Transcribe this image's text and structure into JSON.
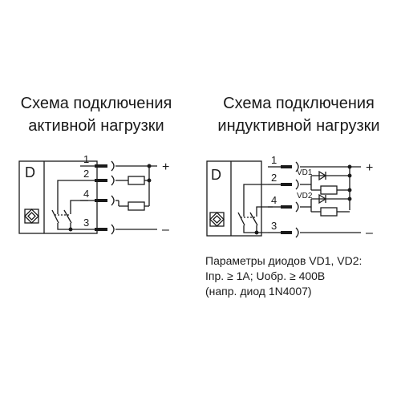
{
  "titles": {
    "active_line1": "Схема подключения",
    "active_line2": "активной нагрузки",
    "inductive_line1": "Схема подключения",
    "inductive_line2": "индуктивной нагрузки"
  },
  "sensor_label": "D",
  "pins": {
    "p1": "1",
    "p2": "2",
    "p3": "3",
    "p4": "4"
  },
  "polarity": {
    "plus": "+",
    "minus": "–"
  },
  "diodes": {
    "vd1": "VD1",
    "vd2": "VD2"
  },
  "params": {
    "line1": "Параметры диодов VD1, VD2:",
    "line2": "Iпр. ≥ 1A; Uобр. ≥ 400В",
    "line3": "(напр. диод 1N4007)"
  }
}
